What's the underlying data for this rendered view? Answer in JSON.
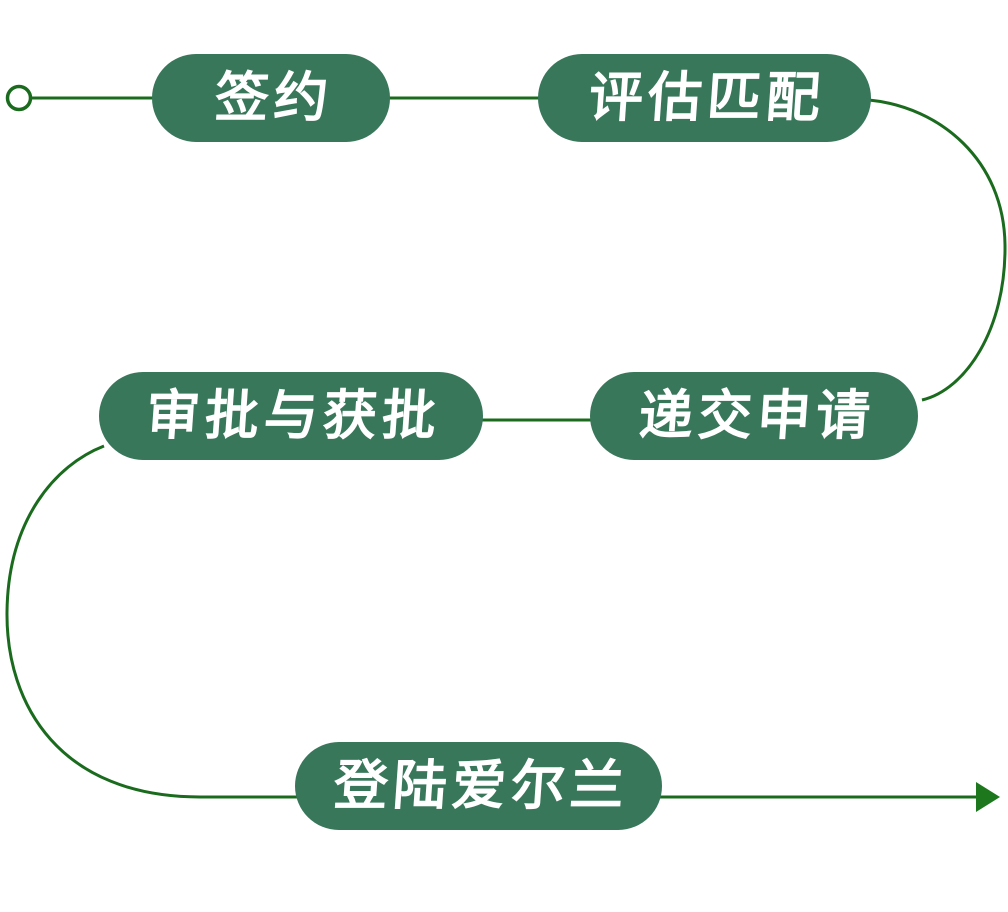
{
  "diagram": {
    "type": "flow",
    "steps": [
      {
        "id": "sign-contract",
        "label": "签约"
      },
      {
        "id": "evaluation-match",
        "label": "评估匹配"
      },
      {
        "id": "submit-application",
        "label": "递交申请"
      },
      {
        "id": "approval-granted",
        "label": "审批与获批"
      },
      {
        "id": "land-in-ireland",
        "label": "登陆爱尔兰"
      }
    ],
    "colors": {
      "pill_fill": "#38775A",
      "connector": "#1B6B1E",
      "arrow": "#1D781D",
      "label_text": "#FFFFFF",
      "background": "#FFFFFF"
    },
    "icons": {
      "start": "start-circle-icon",
      "end": "arrow-right-icon"
    }
  }
}
